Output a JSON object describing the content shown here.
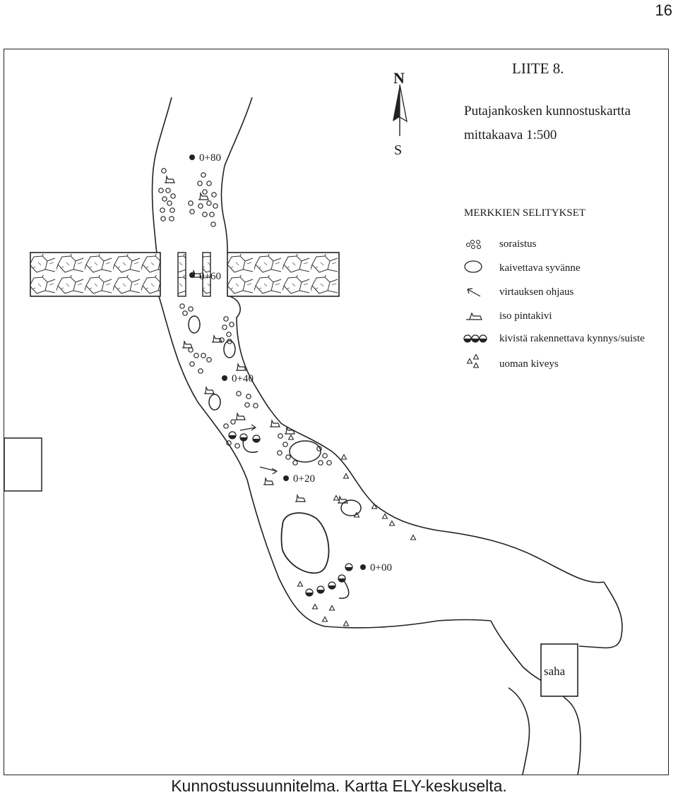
{
  "page_number": "16",
  "caption": "Kunnostussuunnitelma. Kartta ELY-keskuselta.",
  "map": {
    "appendix": "LIITE 8.",
    "title_line1": "Putajankosken kunnostuskartta",
    "title_line2": "mittakaava 1:500",
    "north_label": "N",
    "south_label": "S",
    "stations": [
      "0+80",
      "0+60",
      "0+40",
      "0+20",
      "0+00"
    ],
    "building_label": "saha",
    "legend": {
      "heading": "MERKKIEN SELITYKSET",
      "items": [
        {
          "icon": "gravel-circles-icon",
          "label": "soraistus"
        },
        {
          "icon": "oval-pool-icon",
          "label": "kaivettava syvänne"
        },
        {
          "icon": "arrow-icon",
          "label": "virtauksen ohjaus"
        },
        {
          "icon": "boulder-icon",
          "label": "iso pintakivi"
        },
        {
          "icon": "half-filled-circles-icon",
          "label": "kivistä rakennettava kynnys/suiste"
        },
        {
          "icon": "triangles-icon",
          "label": "uoman kiveys"
        }
      ]
    }
  }
}
